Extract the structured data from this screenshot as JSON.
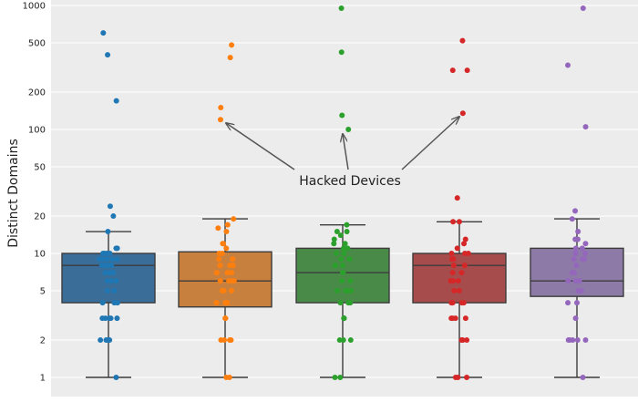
{
  "chart_data": {
    "type": "box",
    "ylabel": "Distinct Domains",
    "yscale": "log",
    "ylim": [
      0.85,
      1000
    ],
    "yticks": [
      1,
      2,
      5,
      10,
      20,
      50,
      100,
      200,
      500,
      1000
    ],
    "ytick_labels": [
      "1",
      "2",
      "5",
      "10",
      "20",
      "50",
      "100",
      "200",
      "500",
      "1000"
    ],
    "grid": true,
    "background": "#ececec",
    "annotation": {
      "text": "Hacked Devices",
      "targets": [
        1,
        2,
        3
      ]
    },
    "groups": [
      {
        "color": "#3a6d97",
        "box": {
          "whisker_low": 1,
          "q1": 4,
          "median": 8,
          "q3": 10,
          "whisker_high": 15
        },
        "points": [
          1,
          2,
          2,
          2,
          2,
          3,
          3,
          3,
          3,
          3,
          4,
          4,
          4,
          5,
          5,
          6,
          6,
          6,
          7,
          7,
          7,
          8,
          8,
          8,
          8,
          8,
          9,
          9,
          9,
          9,
          9,
          10,
          10,
          10,
          10,
          11,
          11,
          15,
          20,
          24,
          170,
          400,
          600
        ]
      },
      {
        "color": "#c8803f",
        "box": {
          "whisker_low": 1,
          "q1": 3.7,
          "median": 6,
          "q3": 10.3,
          "whisker_high": 19
        },
        "points": [
          1,
          1,
          2,
          2,
          2,
          2,
          3,
          3,
          4,
          4,
          4,
          4,
          5,
          5,
          5,
          5,
          6,
          6,
          6,
          6,
          7,
          7,
          7,
          8,
          8,
          8,
          9,
          9,
          10,
          10,
          11,
          12,
          12,
          15,
          16,
          17,
          19,
          120,
          150,
          380,
          480
        ]
      },
      {
        "color": "#4a8a48",
        "box": {
          "whisker_low": 1,
          "q1": 4,
          "median": 7,
          "q3": 11,
          "whisker_high": 17
        },
        "points": [
          1,
          1,
          2,
          2,
          2,
          3,
          3,
          3,
          3,
          4,
          4,
          4,
          5,
          5,
          5,
          5,
          6,
          6,
          7,
          7,
          8,
          8,
          8,
          9,
          9,
          10,
          10,
          11,
          11,
          12,
          12,
          13,
          14,
          15,
          15,
          17,
          100,
          130,
          420,
          950
        ]
      },
      {
        "color": "#a64c4c",
        "box": {
          "whisker_low": 1,
          "q1": 4,
          "median": 8,
          "q3": 10,
          "whisker_high": 18
        },
        "points": [
          1,
          1,
          1,
          2,
          2,
          2,
          3,
          3,
          3,
          3,
          4,
          4,
          4,
          4,
          5,
          5,
          6,
          6,
          6,
          7,
          7,
          8,
          8,
          9,
          9,
          10,
          10,
          10,
          11,
          12,
          13,
          18,
          18,
          28,
          135,
          300,
          300,
          520
        ]
      },
      {
        "color": "#8d7aa6",
        "box": {
          "whisker_low": 1,
          "q1": 4.5,
          "median": 6,
          "q3": 11,
          "whisker_high": 19
        },
        "points": [
          1,
          2,
          2,
          2,
          2,
          2,
          3,
          4,
          4,
          5,
          5,
          6,
          6,
          6,
          7,
          7,
          8,
          9,
          9,
          9,
          10,
          10,
          10,
          11,
          11,
          12,
          13,
          13,
          15,
          19,
          22,
          105,
          330,
          950
        ]
      }
    ]
  }
}
